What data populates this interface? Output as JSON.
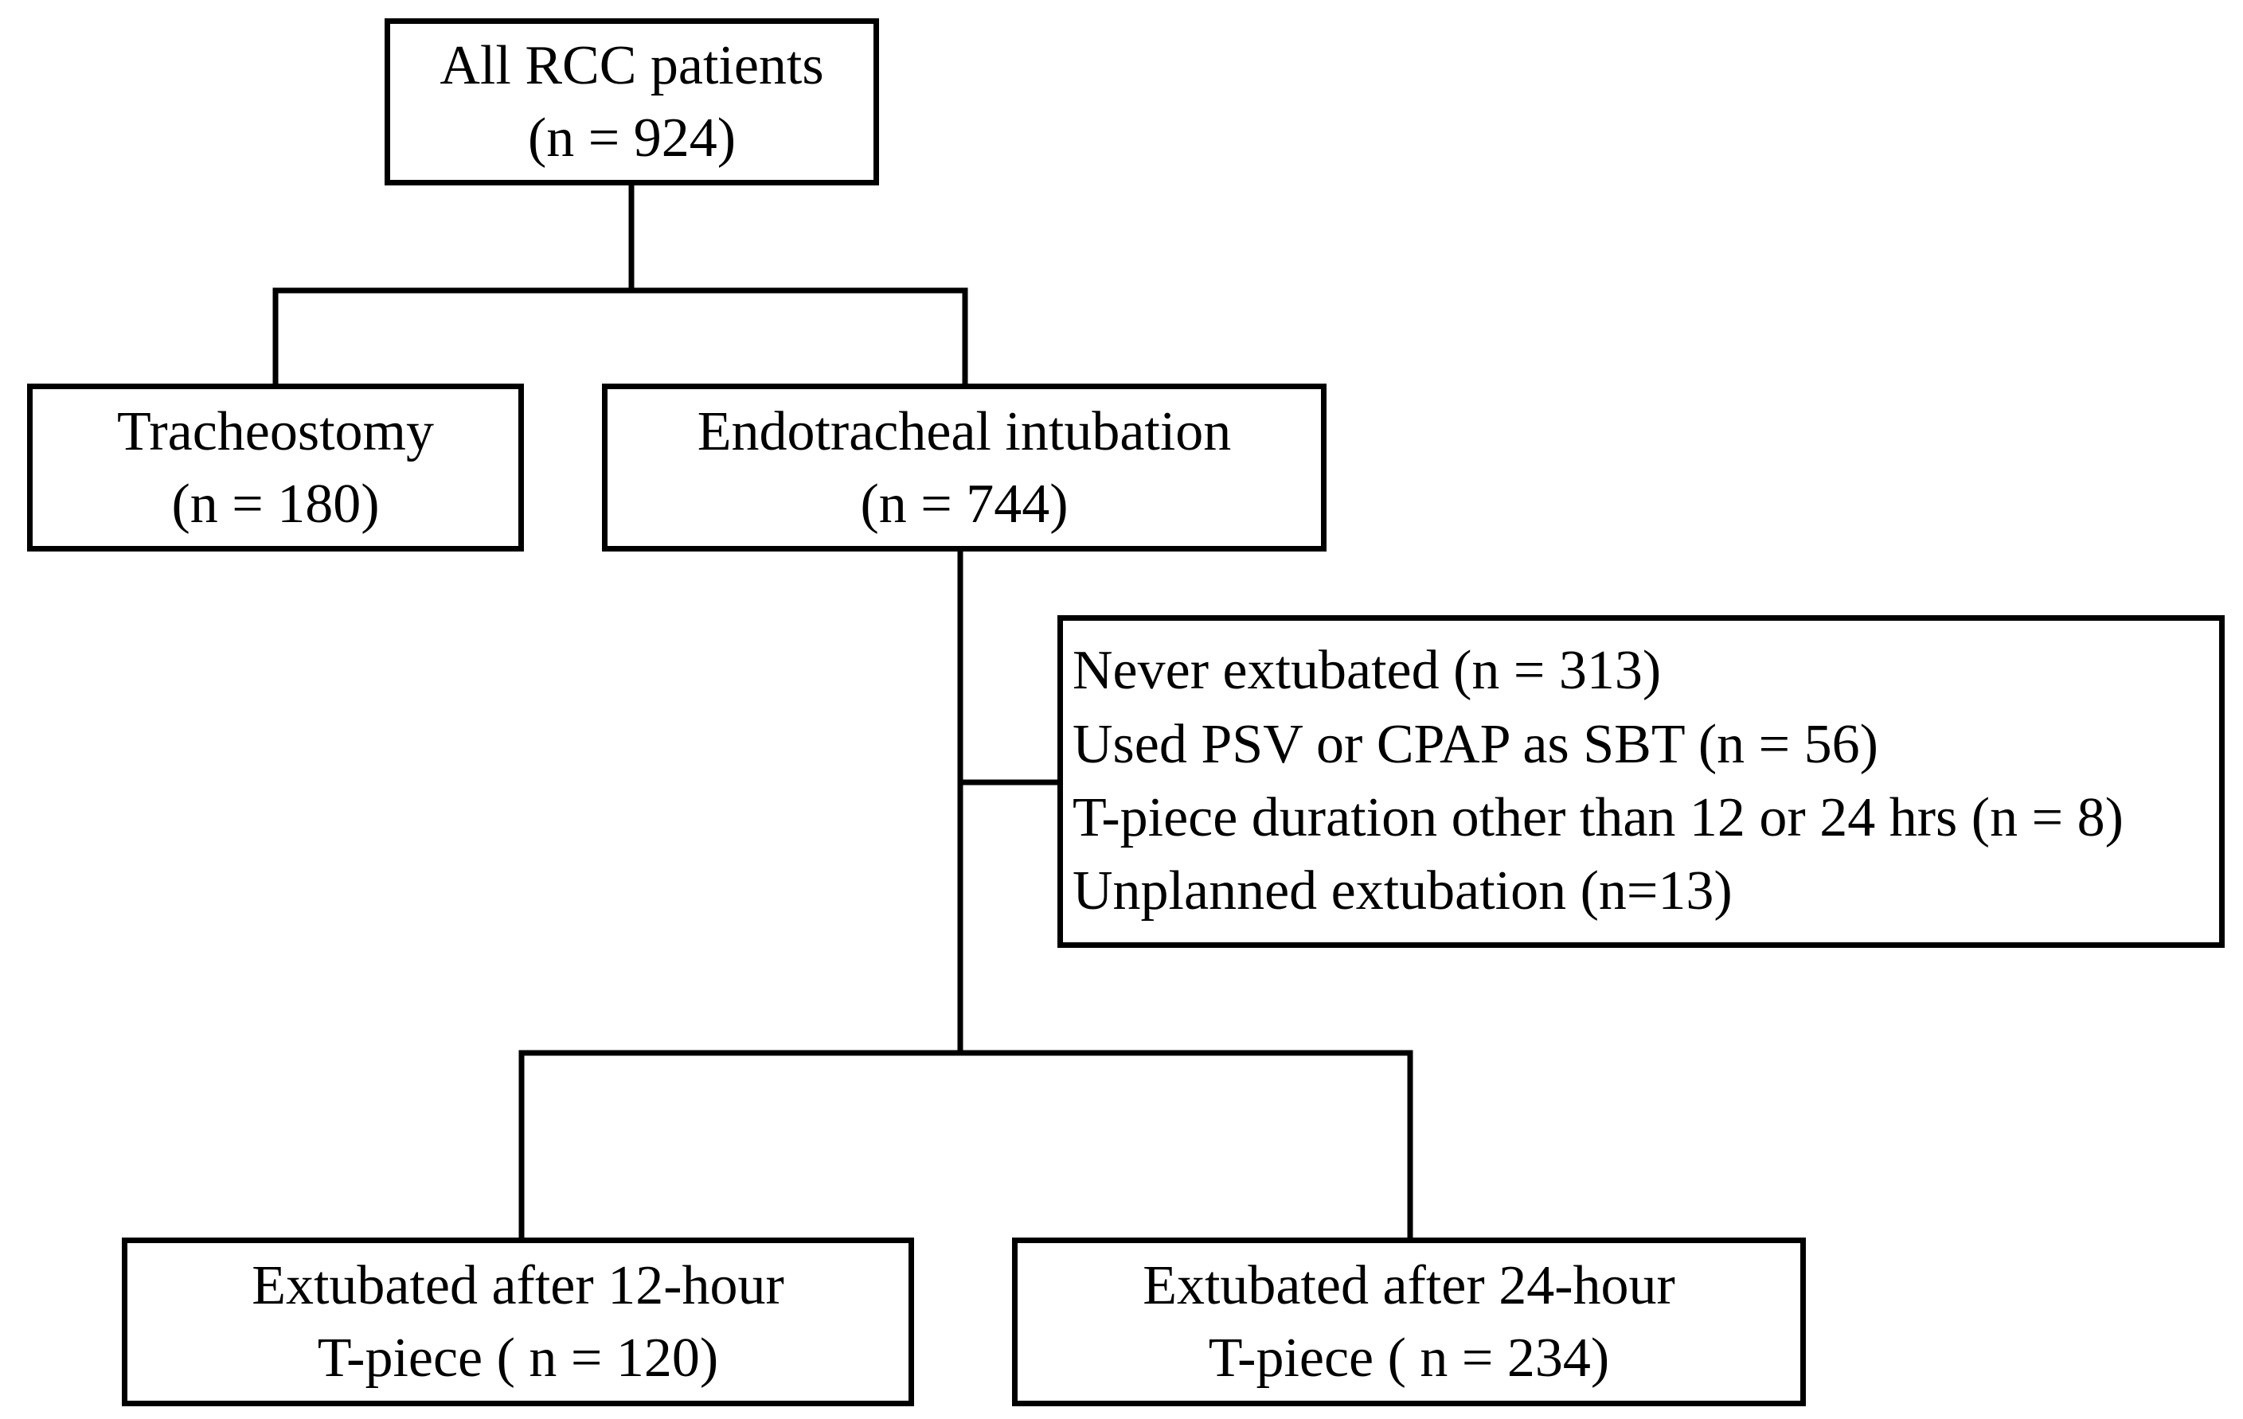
{
  "nodes": {
    "all_patients": {
      "line1": "All RCC patients",
      "line2": "(n = 924)"
    },
    "tracheostomy": {
      "line1": "Tracheostomy",
      "line2": "(n = 180)"
    },
    "endotracheal": {
      "line1": "Endotracheal intubation",
      "line2": "(n = 744)"
    },
    "exclusions": {
      "items": [
        "Never extubated (n = 313)",
        "Used PSV or CPAP as SBT (n = 56)",
        "T-piece duration other than 12 or 24 hrs (n = 8)",
        "Unplanned extubation (n=13)"
      ]
    },
    "group_12h": {
      "line1": "Extubated after 12-hour",
      "line2": "T-piece ( n = 120)"
    },
    "group_24h": {
      "line1": "Extubated after 24-hour",
      "line2": "T-piece ( n = 234)"
    }
  },
  "colors": {
    "stroke": "#000000",
    "background": "#ffffff"
  }
}
